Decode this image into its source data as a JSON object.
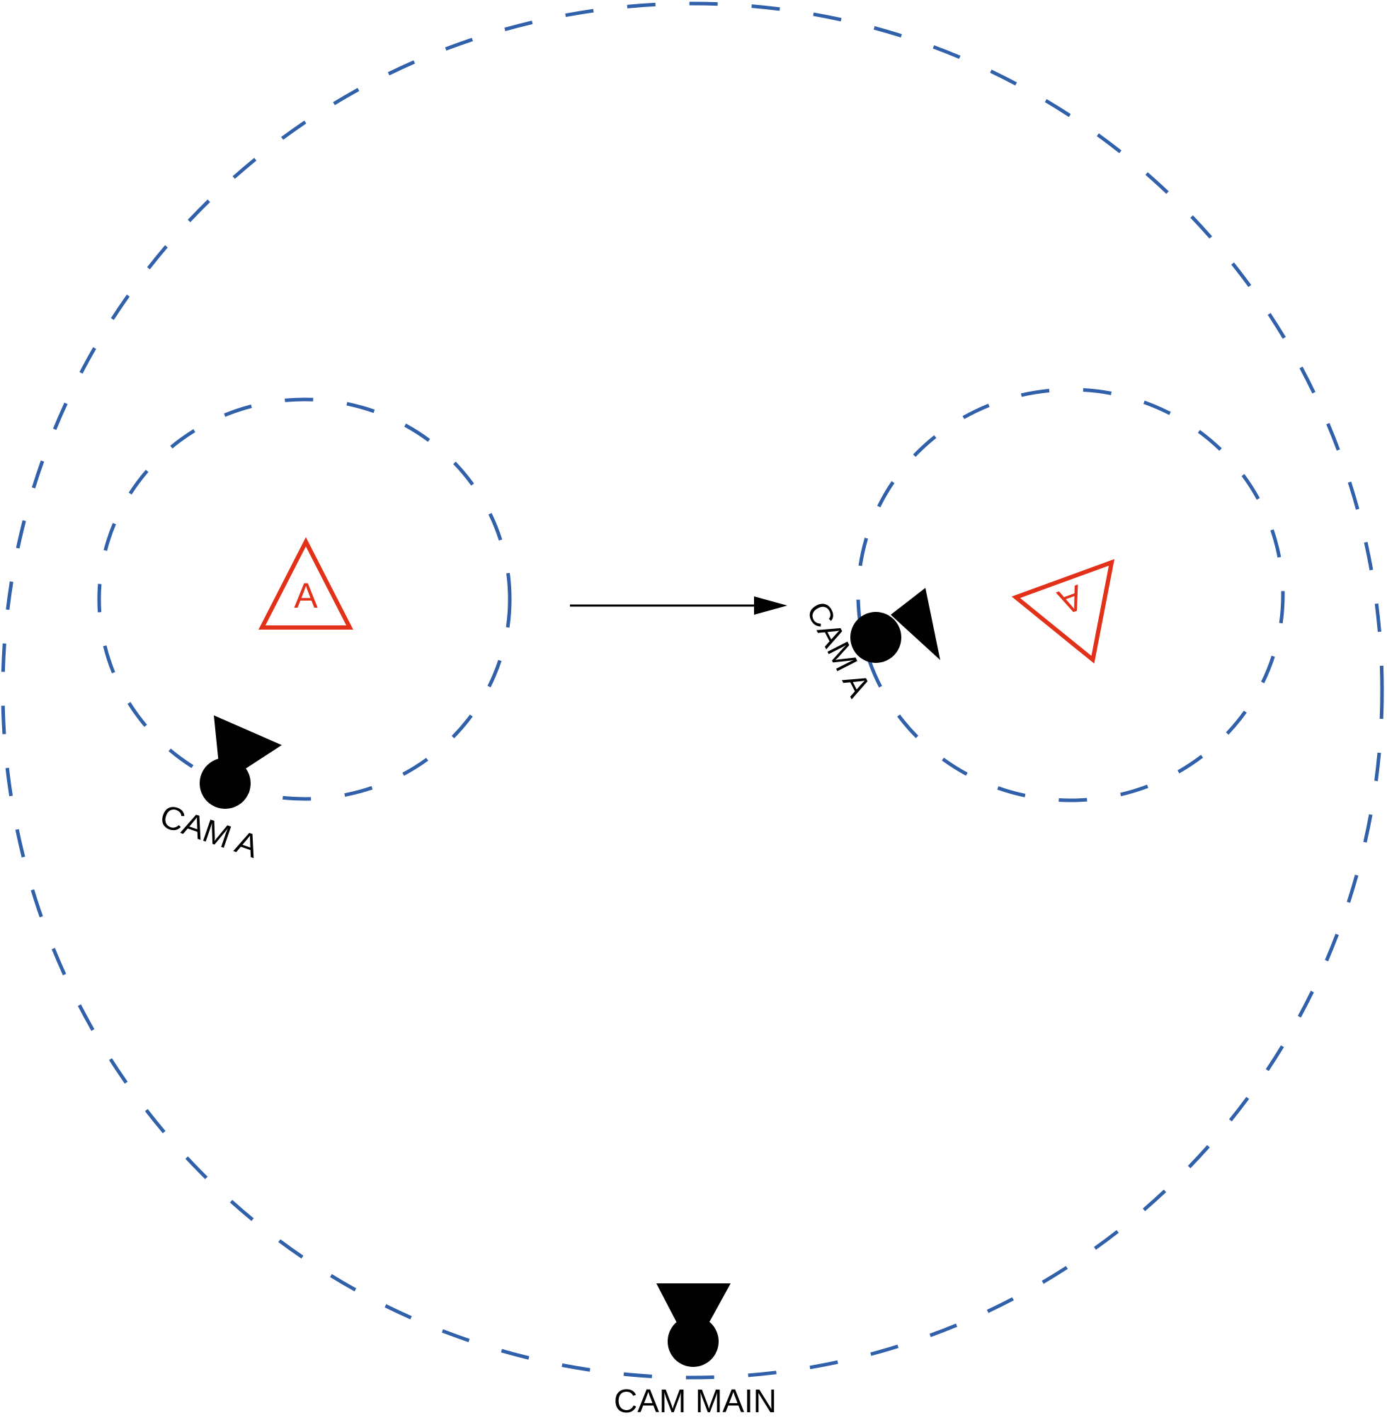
{
  "colors": {
    "dashed_circle": "#3160ab",
    "subject": "#e23019",
    "camera": "#000000",
    "arrow": "#000000",
    "background": "#ffffff"
  },
  "subjects": [
    {
      "id": "subject-a-start",
      "letter": "A",
      "shape": "triangle-outline"
    },
    {
      "id": "subject-a-end",
      "letter": "A",
      "shape": "triangle-outline"
    }
  ],
  "cameras": [
    {
      "id": "cam-a-start",
      "label": "CAM A",
      "icon": "camera-icon"
    },
    {
      "id": "cam-a-end",
      "label": "CAM A",
      "icon": "camera-icon"
    },
    {
      "id": "cam-main",
      "label": "CAM MAIN",
      "icon": "camera-icon"
    }
  ],
  "areas": [
    {
      "id": "main-area",
      "style": "dashed"
    },
    {
      "id": "start-area",
      "style": "dashed"
    },
    {
      "id": "end-area",
      "style": "dashed"
    }
  ],
  "movement_arrow": {
    "icon": "arrow-right-icon",
    "direction": "left-to-right"
  }
}
